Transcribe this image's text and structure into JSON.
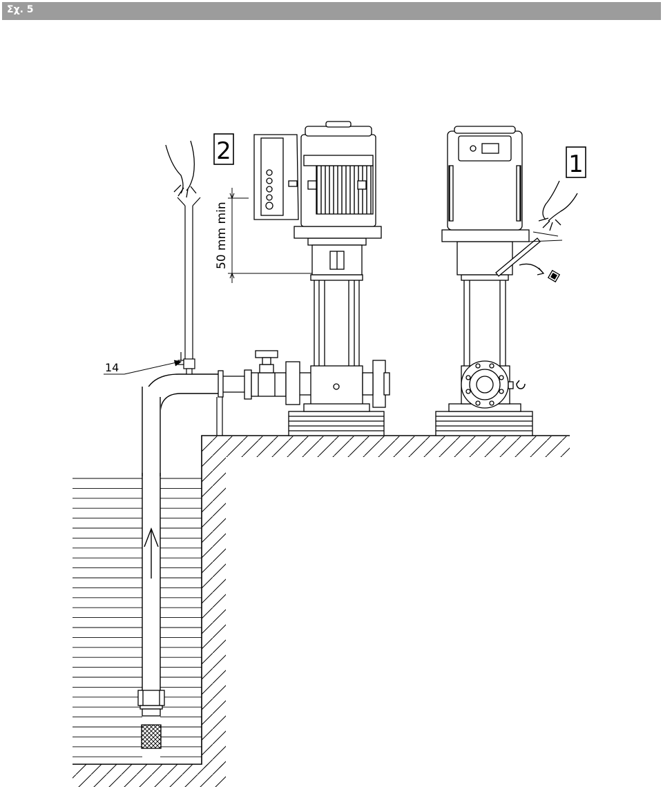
{
  "header": {
    "title": "Σχ. 5"
  },
  "labels": {
    "step_2": "2",
    "step_1": "1",
    "dimension": "50 mm min",
    "callout": "14"
  },
  "icons": [
    "hand-icon",
    "hand-icon",
    "plug-icon",
    "rotation-arrow-icon",
    "flow-arrow-icon"
  ]
}
